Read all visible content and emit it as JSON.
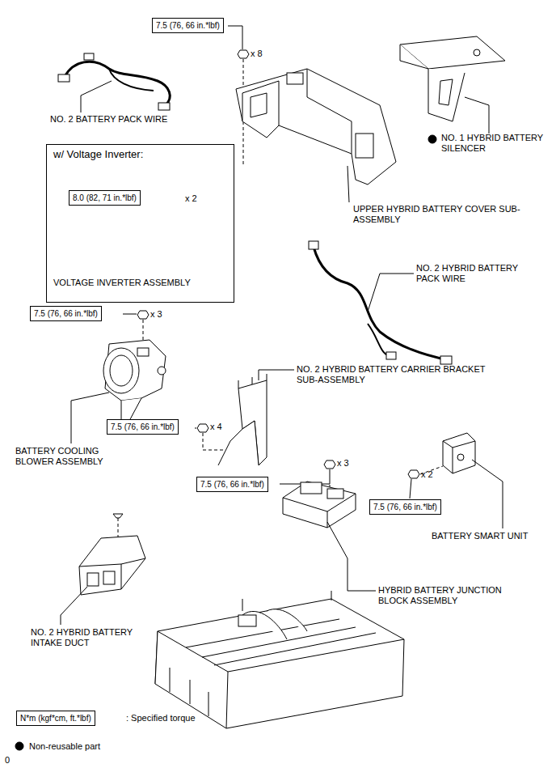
{
  "diagram": {
    "nodes": [
      {
        "text": [
          "7.5 (76, 66 in.*lbf)"
        ]
      },
      {
        "text": [
          "w/ Voltage Inverter:"
        ]
      },
      {
        "text": [
          "8.0 (82, 71 in.*lbf)"
        ],
        "in": 1
      },
      {
        "text": [
          "7.5 (76, 66 in.*lbf)"
        ]
      },
      {
        "text": [
          "7.5 (76, 66 in.*lbf)"
        ]
      },
      {
        "text": [
          "7.5 (76, 66 in.*lbf)"
        ]
      },
      {
        "text": [
          "7.5 (76, 66 in.*lbf)"
        ]
      },
      {
        "text": [
          "N*m (kgf*cm, ft.*lbf)"
        ]
      }
    ],
    "labels": [
      "x 8",
      "NO. 2 BATTERY PACK WIRE",
      "NO. 1 HYBRID BATTERY SILENCER",
      "UPPER HYBRID BATTERY COVER SUB-ASSEMBLY",
      "x 2",
      "VOLTAGE INVERTER ASSEMBLY",
      "NO. 2 HYBRID BATTERY PACK WIRE",
      "x 3",
      "NO. 2 HYBRID BATTERY CARRIER BRACKET SUB-ASSEMBLY",
      "x 4",
      "BATTERY COOLING BLOWER ASSEMBLY",
      "x 3",
      "x 2",
      "BATTERY SMART UNIT",
      "HYBRID BATTERY JUNCTION BLOCK ASSEMBLY",
      "NO. 2 HYBRID BATTERY INTAKE DUCT",
      "0"
    ],
    "legend": [
      {
        "text": ": Specified torque"
      },
      {
        "text": "Non-reusable part"
      }
    ]
  }
}
